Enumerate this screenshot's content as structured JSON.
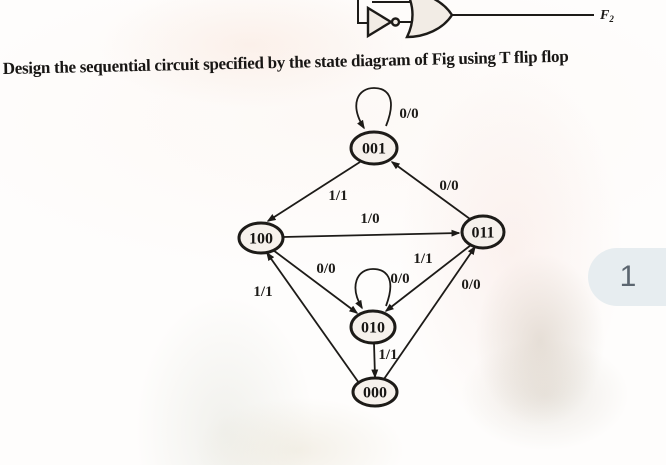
{
  "page": {
    "title": "Design the sequential circuit specified by the state diagram of Fig using T flip flop",
    "page_marker": "1"
  },
  "circuit": {
    "description": "partial logic circuit with NOT gate feeding an OR gate",
    "output_label": "F",
    "output_subscript": "2"
  },
  "diagram": {
    "type": "state-diagram",
    "states": [
      {
        "label": "001"
      },
      {
        "label": "100"
      },
      {
        "label": "011"
      },
      {
        "label": "010"
      },
      {
        "label": "000"
      }
    ],
    "transitions": [
      {
        "from": "001",
        "to": "001",
        "label": "0/0",
        "self_loop": true
      },
      {
        "from": "001",
        "to": "100",
        "label": "1/1",
        "self_loop": false
      },
      {
        "from": "011",
        "to": "001",
        "label": "0/0",
        "self_loop": false
      },
      {
        "from": "100",
        "to": "011",
        "label": "1/0",
        "self_loop": false
      },
      {
        "from": "100",
        "to": "010",
        "label": "0/0",
        "self_loop": false
      },
      {
        "from": "010",
        "to": "010",
        "label": "0/0",
        "self_loop": true
      },
      {
        "from": "011",
        "to": "010",
        "label": "1/1",
        "self_loop": false
      },
      {
        "from": "000",
        "to": "011",
        "label": "0/0",
        "self_loop": false
      },
      {
        "from": "010",
        "to": "000",
        "label": "1/1",
        "self_loop": false
      },
      {
        "from": "000",
        "to": "100",
        "label": "1/1",
        "self_loop": false
      }
    ]
  },
  "colors": {
    "ink": "#1d1b18",
    "paper": "#fefdfc",
    "page_marker_bg": "#e7edf0",
    "page_marker_text": "#5c6670"
  }
}
